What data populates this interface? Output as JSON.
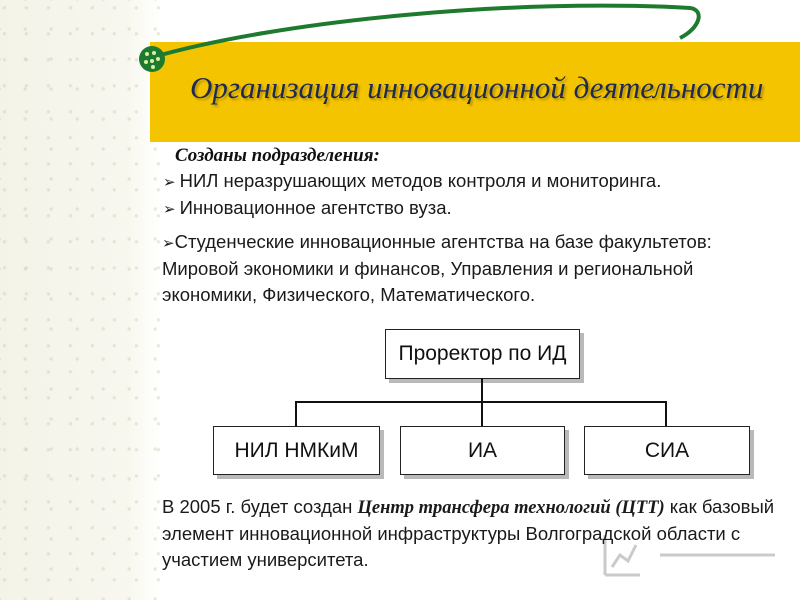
{
  "slide": {
    "title": "Организация инновационной деятельности",
    "subheading": "Созданы подразделения:",
    "bullets": [
      "НИЛ неразрушающих методов контроля и мониторинга.",
      "Инновационное агентство вуза."
    ],
    "bullet3_line1": "Студенческие инновационные агентства на базе факультетов:",
    "bullet3_line2": "Мировой экономики и финансов, Управления и региональной",
    "bullet3_line3": "экономики, Физического, Математического.",
    "org_chart": {
      "top": "Проректор по ИД",
      "children": [
        "НИЛ НМКиМ",
        "ИА",
        "СИА"
      ]
    },
    "bottom": {
      "prefix": "В 2005 г. будет создан ",
      "emphasis": "Центр трансфера технологий (ЦТТ)",
      "suffix": " как базовый элемент инновационной инфраструктуры Волгоградской области с участием университета."
    }
  },
  "colors": {
    "band": "#f5c400",
    "title": "#1f2a52",
    "swoosh": "#1e7a2e"
  },
  "icons": [
    "arrow-bullet-icon",
    "green-dot-icon",
    "chart-logo-icon"
  ]
}
